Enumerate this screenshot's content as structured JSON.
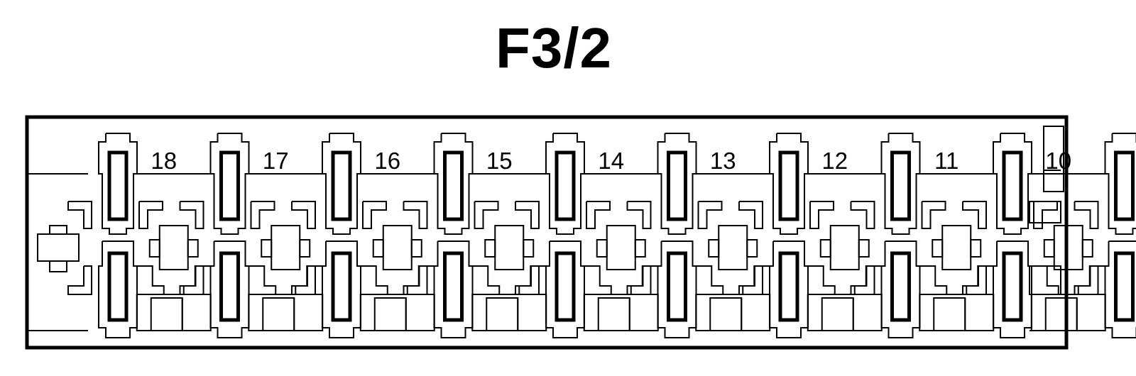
{
  "title": "F3/2",
  "connector": {
    "pin_labels": [
      "18",
      "17",
      "16",
      "15",
      "14",
      "13",
      "12",
      "11",
      "10"
    ]
  },
  "colors": {
    "line": "#000000",
    "background": "#ffffff"
  }
}
